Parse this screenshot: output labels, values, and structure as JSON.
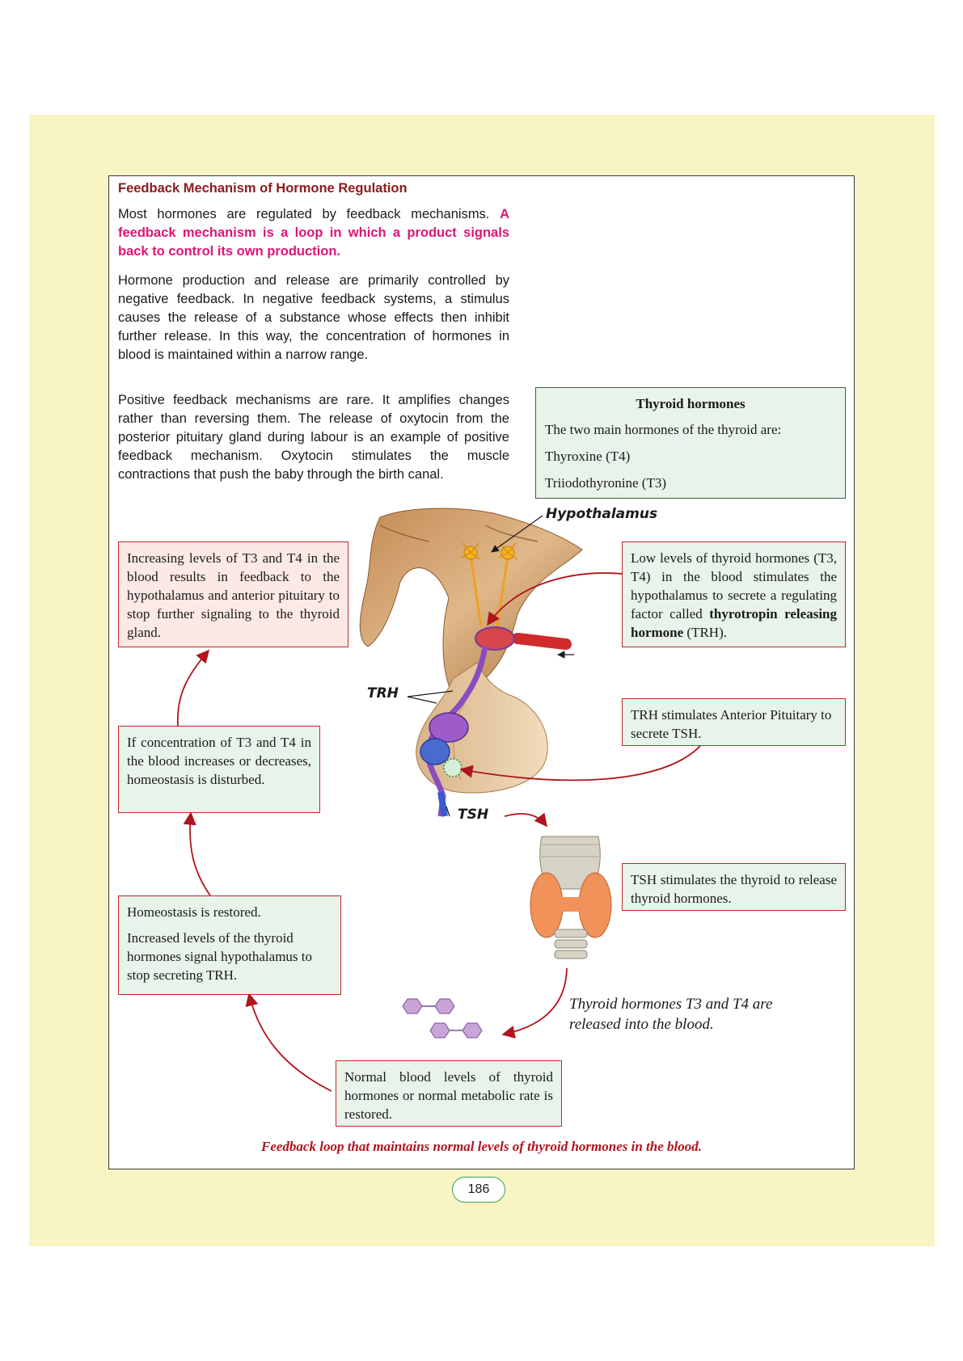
{
  "heading": "Feedback Mechanism of Hormone Regulation",
  "intro": {
    "line1": "Most hormones are regulated by feedback mechanisms.",
    "definition": "A feedback mechanism is a loop in which a product signals back to control its own production."
  },
  "negative_feedback": "Hormone production and release are primarily controlled by negative feedback. In negative feedback systems, a stimulus causes the release of a substance whose effects then inhibit further release. In this way, the concentration of hormones in blood is maintained within a narrow range.",
  "positive_feedback": "Positive feedback mechanisms are rare. It amplifies changes rather than reversing them. The release of oxytocin from the posterior pituitary gland during labour is an example of positive feedback mechanism. Oxytocin stimulates the muscle contractions that push the baby through the birth canal.",
  "thyroid_box": {
    "title": "Thyroid hormones",
    "line1": "The two main hormones of the thyroid are:",
    "item1": "Thyroxine (T4)",
    "item2": "Triiodothyronine (T3)"
  },
  "labels": {
    "hypothalamus": "Hypothalamus",
    "trh": "TRH",
    "tsh": "TSH",
    "released_line1": "Thyroid hormones T3 and T4 are",
    "released_line2": "released into the blood."
  },
  "boxes": {
    "increasing": "Increasing levels of T3 and T4 in the blood results in feedback to the hypothalamus and anterior pituitary to stop further signaling to the thyroid gland.",
    "low_levels_a": "Low levels of thyroid hormones (T3, T4) in the blood stimulates the hypothalamus to secrete a regulating factor called ",
    "low_levels_bold": "thyrotropin releasing hormone",
    "low_levels_c": " (TRH).",
    "trh_stimulates": "TRH stimulates Anterior Pituitary to secrete TSH.",
    "concentration": "If concentration of T3 and T4 in the blood increases or decreases, homeostasis is disturbed.",
    "tsh_stimulates": "TSH stimulates the thyroid to release thyroid hormones.",
    "homeostasis_restored": "Homeostasis is restored.",
    "increased_levels": "Increased levels of the thyroid hormones signal hypothalamus to stop secreting TRH.",
    "normal_levels": "Normal blood levels of thyroid hormones or normal metabolic rate is restored."
  },
  "caption": "Feedback loop that maintains normal levels of thyroid hormones in the blood.",
  "page_number": "186"
}
